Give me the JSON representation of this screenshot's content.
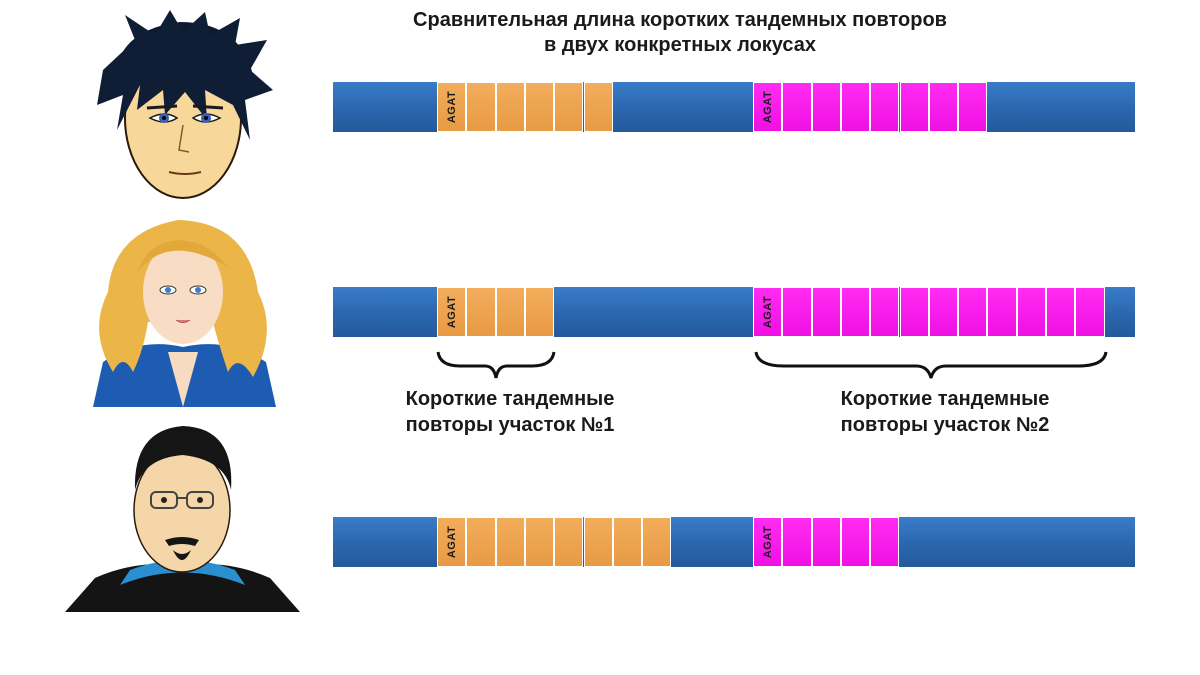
{
  "title_line1": "Сравнительная длина коротких тандемных повторов",
  "title_line2": "в двух конкретных локусах",
  "repeat_motif": "AGAT",
  "colors": {
    "flank": "#2b66ad",
    "locus1": "#e89a44",
    "locus2": "#f010e4"
  },
  "caption_locus1": {
    "line1": "Короткие тандемные",
    "line2": "повторы участок №1"
  },
  "caption_locus2": {
    "line1": "Короткие тандемные",
    "line2": "повторы участок №2"
  },
  "individuals": [
    {
      "icon": "man-dark-hair-face-icon",
      "locus1_repeats": 6,
      "locus2_repeats": 8
    },
    {
      "icon": "woman-blonde-face-icon",
      "locus1_repeats": 4,
      "locus2_repeats": 12
    },
    {
      "icon": "man-glasses-goatee-face-icon",
      "locus1_repeats": 8,
      "locus2_repeats": 5
    }
  ]
}
